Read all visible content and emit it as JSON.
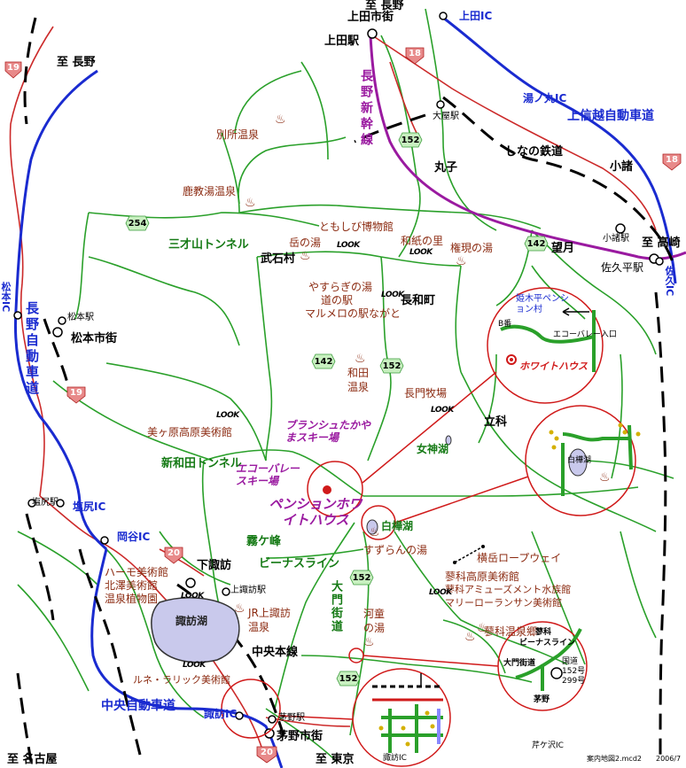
{
  "destinations": {
    "top_nagano": "至 長野",
    "nagano_left": "至 長野",
    "komoro_right": "至 高崎",
    "nagoya": "至 名古屋",
    "tokyo": "至 東京"
  },
  "interchanges": {
    "ueda": "上田IC",
    "yunomaru": "湯ノ丸IC",
    "matsumoto": "松本IC",
    "saku": "佐久IC",
    "shiojiri": "塩尻IC",
    "okaya": "岡谷IC",
    "suwa": "諏訪IC",
    "chino_bottom": "諏訪IC",
    "kobuchizawa": "芹ケ沢IC"
  },
  "highways": {
    "joshinetsu": "上信越自動車道",
    "nagano": "長野自動車道",
    "chuo": "中央自動車道"
  },
  "railways": {
    "shinkansen": "長野新幹線",
    "shinano": "しなの鉄道",
    "chuo_line": "中央本線"
  },
  "stations": {
    "ueda_city": "上田市街",
    "ueda_sta": "上田駅",
    "oya": "大屋駅",
    "komoro_sta": "小諸駅",
    "sakudaira": "佐久平駅",
    "matsumoto_sta": "松本駅",
    "matsumoto_city": "松本市街",
    "shiojiri_sta": "塩尻駅",
    "kamisuwa": "上諏訪駅",
    "chino_sta": "茅野駅",
    "chino_city": "茅野市街"
  },
  "places": {
    "maruko": "丸子",
    "komoro": "小諸",
    "mochizuki": "望月",
    "takeishi": "武石村",
    "nagawa": "長和町",
    "tateshina": "立科",
    "shimosuwa": "下諏訪",
    "kirigamine": "霧ケ峰",
    "sanzaisan": "三才山トンネル",
    "shinwada": "新和田トンネル",
    "venus": "ビーナスライン",
    "daimon": "大門街道",
    "suwako": "諏訪湖",
    "megami": "女神湖",
    "shirakaba": "白樺湖"
  },
  "spots": {
    "bessho": "別所温泉",
    "kanoyu": "鹿教湯温泉",
    "tomoshibi": "ともしび博物館",
    "takenoyu": "岳の湯",
    "washi": "和紙の里",
    "gongen": "権現の湯",
    "yasuragi": "やすらぎの湯",
    "michinoeki": "道の駅",
    "marumero": "マルメロの駅ながと",
    "wada_onsen": "和田温泉",
    "nagato_farm": "長門牧場",
    "utsukushi": "美ヶ原高原美術館",
    "blanche": "ブランシュたかやまスキー場",
    "ecovalley": "エコーバレースキー場",
    "suzuran": "すずらんの湯",
    "ropeway": "横岳ロープウェイ",
    "tateshina_museum": "蓼科高原美術館",
    "tateshina_amuse": "蓼科アミューズメント水族館",
    "marilyn": "マリーローランサン美術館",
    "tateshina_onsen": "蓼科温泉郷",
    "kappa": "河童の湯",
    "harmo": "ハーモ美術館",
    "hokutaku": "北澤美術館",
    "onsen_shokubutsu": "温泉植物園",
    "jr_kamisuwa_onsen": "JR上諏訪温泉",
    "lalique": "ルネ・ラリック美術館"
  },
  "pension": {
    "name": "ペンションホワイトハウス",
    "inset_name": "ホワイトハウス",
    "inset_village": "姫木平ペンション村",
    "inset_bban": "B番",
    "inset_entrance": "エコーバレー入口",
    "inset2_lake": "白樺湖"
  },
  "inset_junction": {
    "tateshina": "蓼科",
    "venus": "ビーナスライン",
    "daimon": "大門街道",
    "route": "国道152号299号",
    "chino": "茅野"
  },
  "footer": {
    "file": "案内地図2.mcd2",
    "date": "2006/7"
  },
  "route_numbers": {
    "r18": "18",
    "r19a": "19",
    "r19b": "19",
    "r18b": "18",
    "r20a": "20",
    "r20b": "20",
    "r152a": "152",
    "r152b": "152",
    "r152c": "152",
    "r152d": "152",
    "r142a": "142",
    "r142b": "142",
    "r254": "254"
  },
  "look_label": "LOOK",
  "colors": {
    "highway": "#1a2bd0",
    "national_road": "#cc2a2a",
    "local_road": "#2aa02a",
    "shinkansen": "#9a1aa0",
    "railway": "#000000",
    "highlight": "#d01a1a"
  }
}
